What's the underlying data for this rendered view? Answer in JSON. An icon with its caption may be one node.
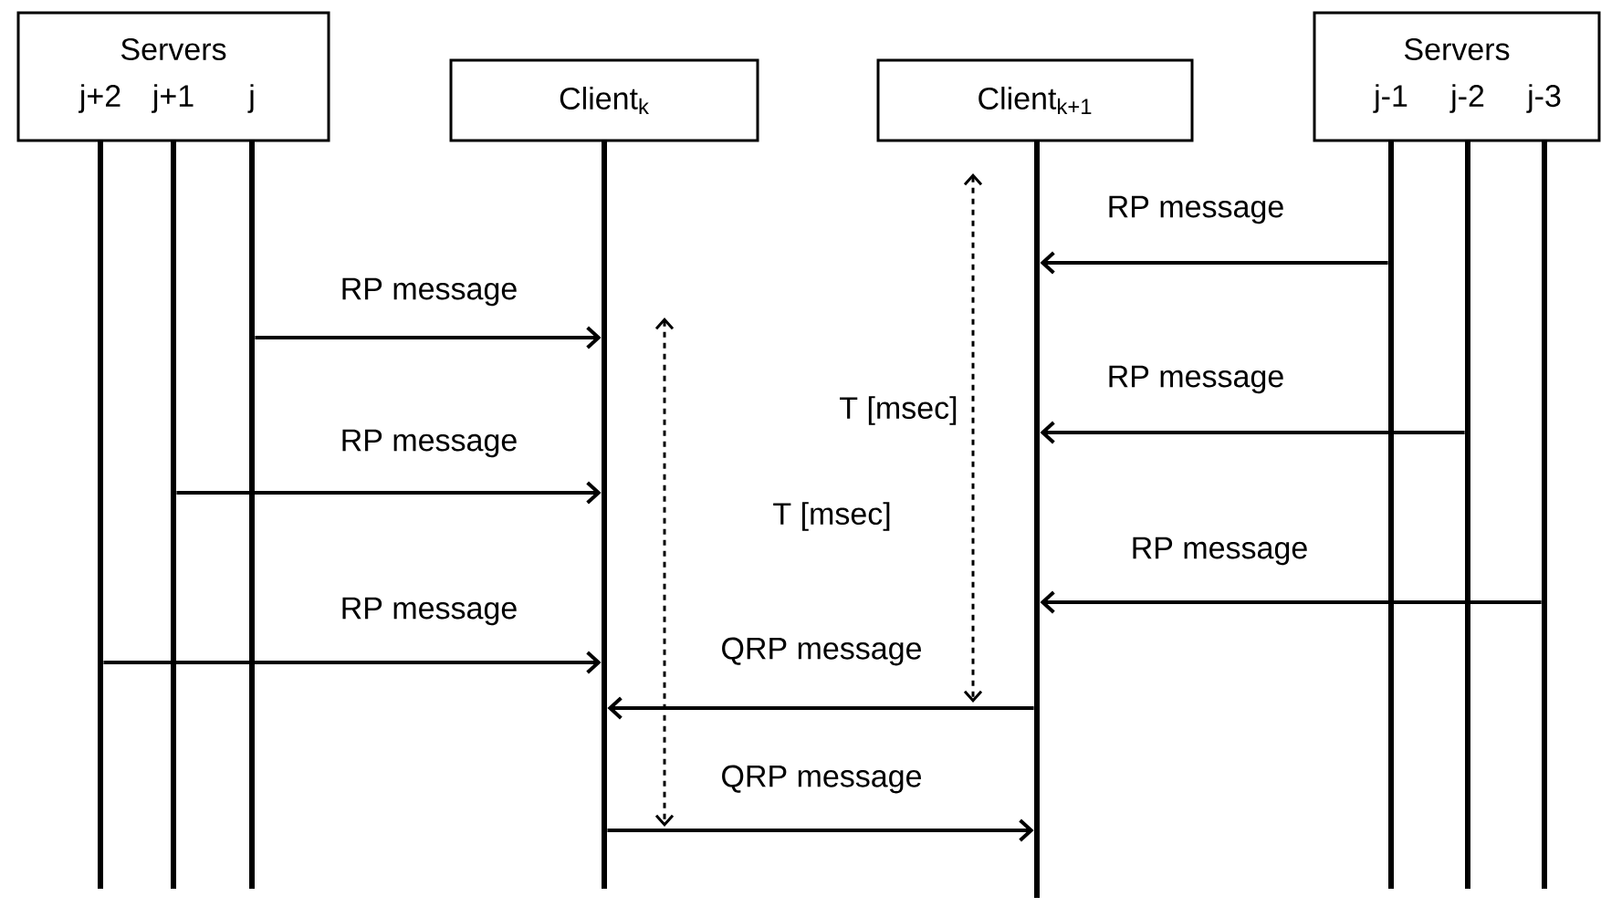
{
  "diagram": {
    "nodes": [
      {
        "text": [
          "Servers",
          "j+2",
          "j+1",
          "j"
        ]
      },
      {
        "text": [
          "Client$_{k}$"
        ]
      },
      {
        "text": [
          "Client$_{k+1}$"
        ]
      },
      {
        "text": [
          "Servers",
          "j-1",
          "j-2",
          "j-3"
        ]
      },
      {
        "text": [],
        "shape": "bar"
      },
      {
        "text": [],
        "shape": "bar"
      },
      {
        "text": [],
        "shape": "bar"
      },
      {
        "text": [],
        "shape": "bar"
      },
      {
        "text": [],
        "shape": "bar"
      },
      {
        "text": [],
        "shape": "bar"
      },
      {
        "text": [],
        "shape": "bar"
      },
      {
        "text": [],
        "shape": "bar"
      }
    ],
    "edges": [
      {
        "from": 6,
        "to": 7,
        "arrow": "to",
        "label": "RP message"
      },
      {
        "from": 5,
        "to": 7,
        "arrow": "to",
        "label": "RP message"
      },
      {
        "from": 4,
        "to": 7,
        "arrow": "to",
        "label": "RP message"
      },
      {
        "from": 9,
        "to": 8,
        "arrow": "to",
        "label": "RP message"
      },
      {
        "from": 10,
        "to": 8,
        "arrow": "to",
        "label": "RP message"
      },
      {
        "from": 11,
        "to": 8,
        "arrow": "to",
        "label": "RP message"
      },
      {
        "from": 8,
        "to": 7,
        "arrow": "to",
        "label": "QRP message"
      },
      {
        "from": 7,
        "to": 8,
        "arrow": "to",
        "label": "QRP message"
      }
    ],
    "labels": [
      "T [msec]",
      "T [msec]"
    ]
  }
}
